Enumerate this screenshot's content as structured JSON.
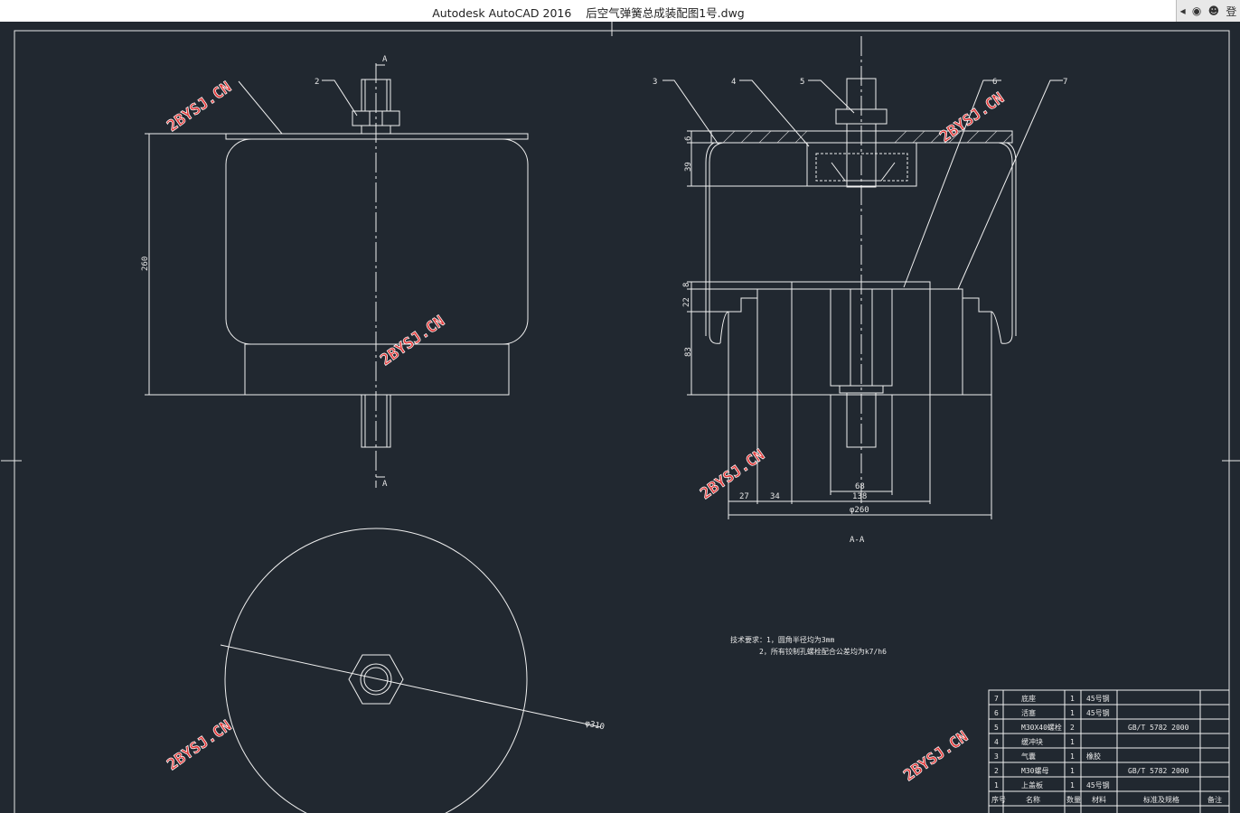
{
  "window": {
    "title": "Autodesk AutoCAD 2016    后空气弹簧总成装配图1号.dwg"
  },
  "toolbar_icons": [
    "arrow-left-icon",
    "binoculars-icon",
    "person-icon",
    "signin-icon"
  ],
  "watermark": "2BYSJ.CN",
  "section_labels": {
    "cut_top": "A",
    "cut_bottom": "A",
    "section_title": "A-A"
  },
  "dimensions": {
    "height_260": "260",
    "d6": "6",
    "d39": "39",
    "d22": "22",
    "d8": "8",
    "d83": "83",
    "d27": "27",
    "d34": "34",
    "d68": "68",
    "d138": "138",
    "dia260": "φ260",
    "dia310": "φ310"
  },
  "balloons": [
    "2",
    "3",
    "4",
    "5",
    "6",
    "7"
  ],
  "tech_requirements": {
    "line1": "技术要求：1，圆角半径均为3mm",
    "line2": "2，所有铰制孔螺栓配合公差均为k7/h6"
  },
  "bom": {
    "rows": [
      {
        "no": "7",
        "name": "底座",
        "qty": "1",
        "material": "45号钢",
        "standard": ""
      },
      {
        "no": "6",
        "name": "活塞",
        "qty": "1",
        "material": "45号钢",
        "standard": ""
      },
      {
        "no": "5",
        "name": "M30X40螺栓",
        "qty": "2",
        "material": "",
        "standard": "GB/T 5782 2000"
      },
      {
        "no": "4",
        "name": "缓冲块",
        "qty": "1",
        "material": "",
        "standard": ""
      },
      {
        "no": "3",
        "name": "气囊",
        "qty": "1",
        "material": "橡胶",
        "standard": ""
      },
      {
        "no": "2",
        "name": "M30螺母",
        "qty": "1",
        "material": "",
        "standard": "GB/T 5782 2000"
      },
      {
        "no": "1",
        "name": "上盖板",
        "qty": "1",
        "material": "45号钢",
        "standard": ""
      }
    ],
    "header": {
      "no": "序号",
      "name": "名称",
      "qty": "数量",
      "material": "材料",
      "standard": "标准及规格",
      "note": "备注"
    }
  }
}
